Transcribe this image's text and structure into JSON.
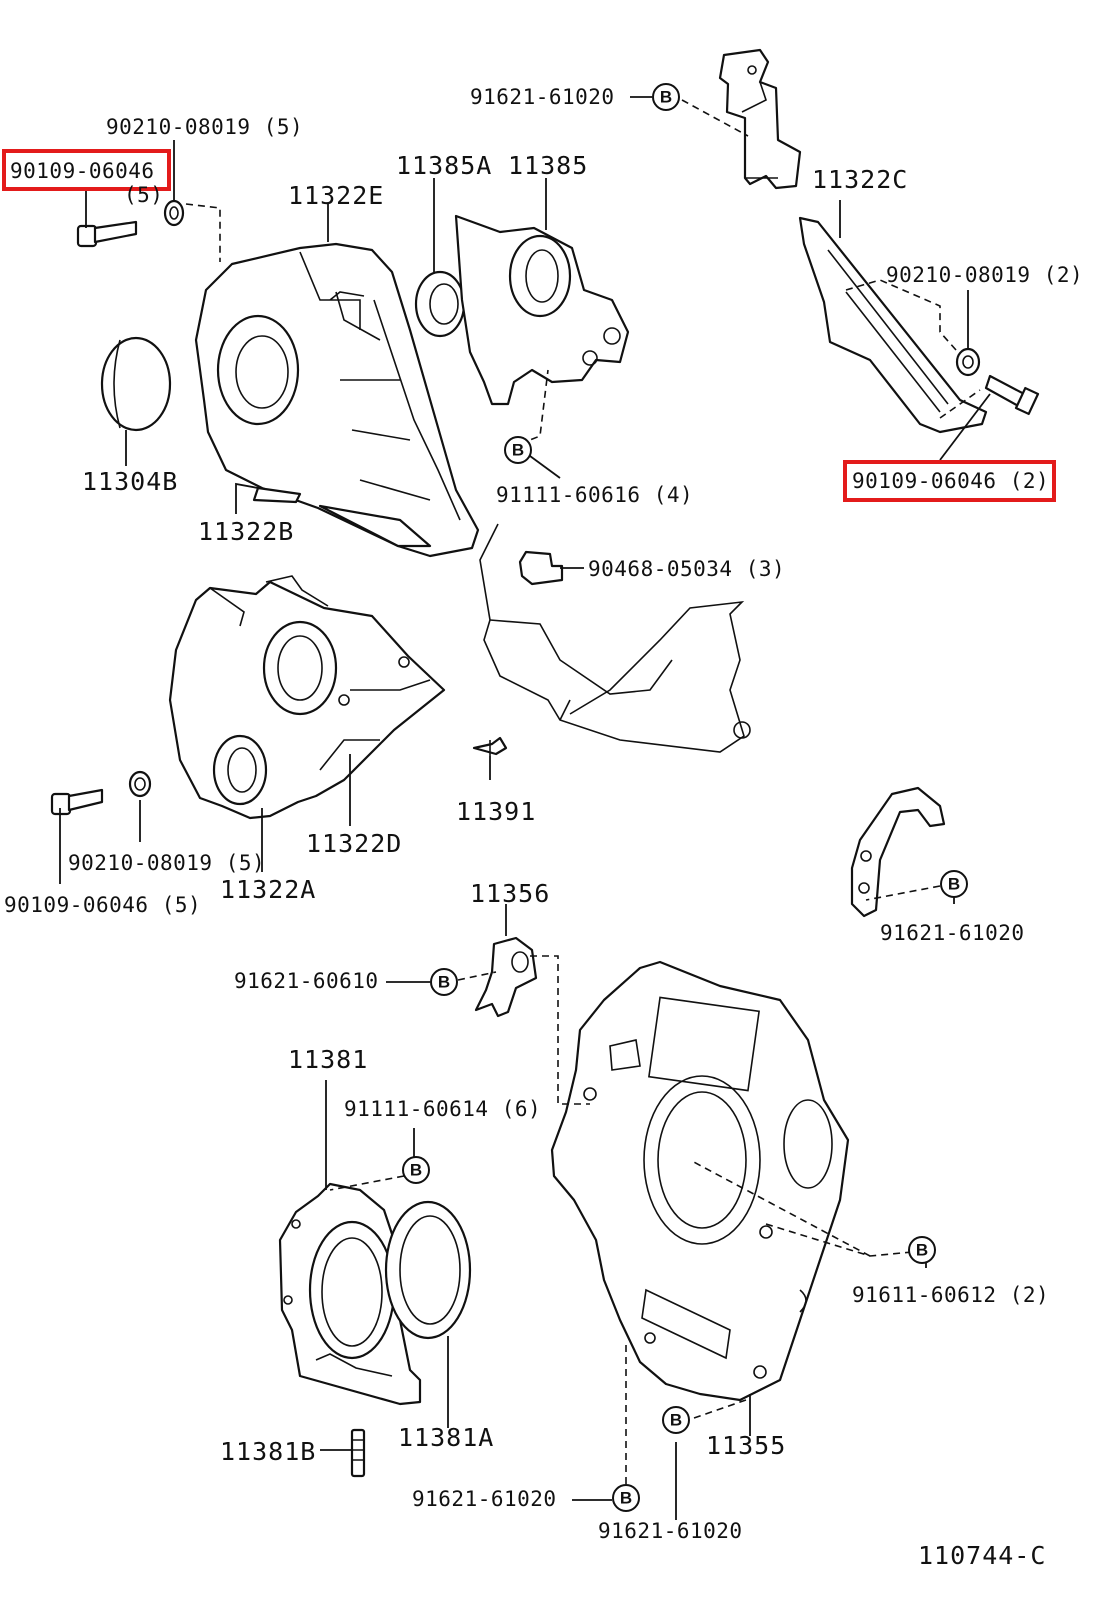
{
  "diagram_id": "110744-C",
  "b_marker": "B",
  "highlight_color": "#e31b1b",
  "labels": {
    "p_91621_61020_top": "91621-61020",
    "p_90210_08019_5_top": "90210-08019 (5)",
    "p_90109_06046_hl_left": "90109-06046",
    "p_5_under_left": "(5)",
    "p_11322E": "11322E",
    "p_11385A": "11385A",
    "p_11385": "11385",
    "p_11322C": "11322C",
    "p_90210_08019_2": "90210-08019 (2)",
    "p_90109_06046_2": "90109-06046 (2)",
    "p_11304B": "11304B",
    "p_11322B": "11322B",
    "p_91111_60616_4": "91111-60616 (4)",
    "p_90468_05034_3": "90468-05034 (3)",
    "p_11391": "11391",
    "p_11322D": "11322D",
    "p_90210_08019_5_mid": "90210-08019 (5)",
    "p_90109_06046_5_mid": "90109-06046 (5)",
    "p_11322A": "11322A",
    "p_11356": "11356",
    "p_91621_61020_right": "91621-61020",
    "p_91621_60610": "91621-60610",
    "p_11381": "11381",
    "p_91111_60614_6": "91111-60614 (6)",
    "p_91611_60612_2": "91611-60612 (2)",
    "p_11355": "11355",
    "p_11381A": "11381A",
    "p_11381B": "11381B",
    "p_91621_61020_bottom_left": "91621-61020",
    "p_91621_61020_bottom": "91621-61020"
  }
}
